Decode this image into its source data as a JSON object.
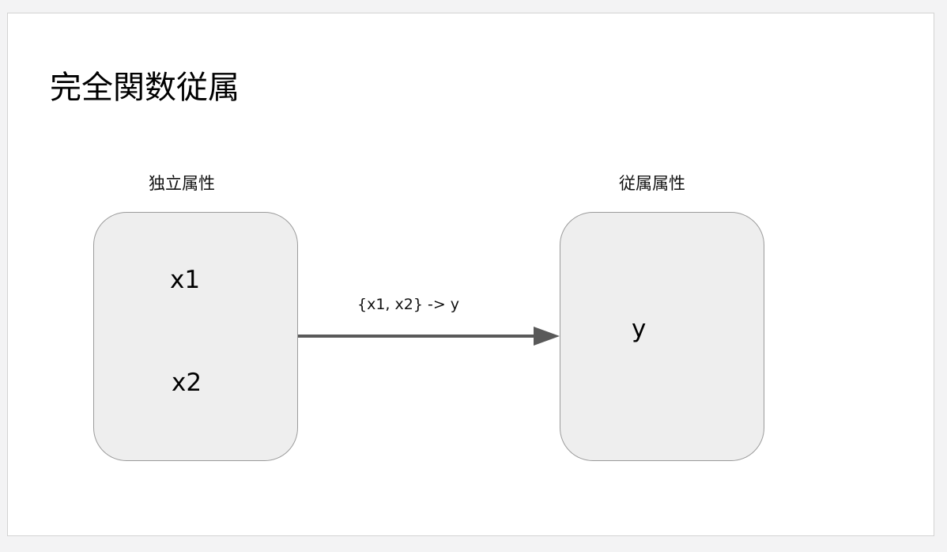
{
  "slide": {
    "title": "完全関数従属"
  },
  "diagram": {
    "left_group": {
      "label": "独立属性",
      "items": [
        "x1",
        "x2"
      ]
    },
    "right_group": {
      "label": "従属属性",
      "items": [
        "y"
      ]
    },
    "arrow": {
      "label": "{x1, x2} -> y"
    },
    "colors": {
      "box_fill": "#eeeeee",
      "box_border": "#9b9b9b",
      "arrow": "#595959"
    }
  }
}
